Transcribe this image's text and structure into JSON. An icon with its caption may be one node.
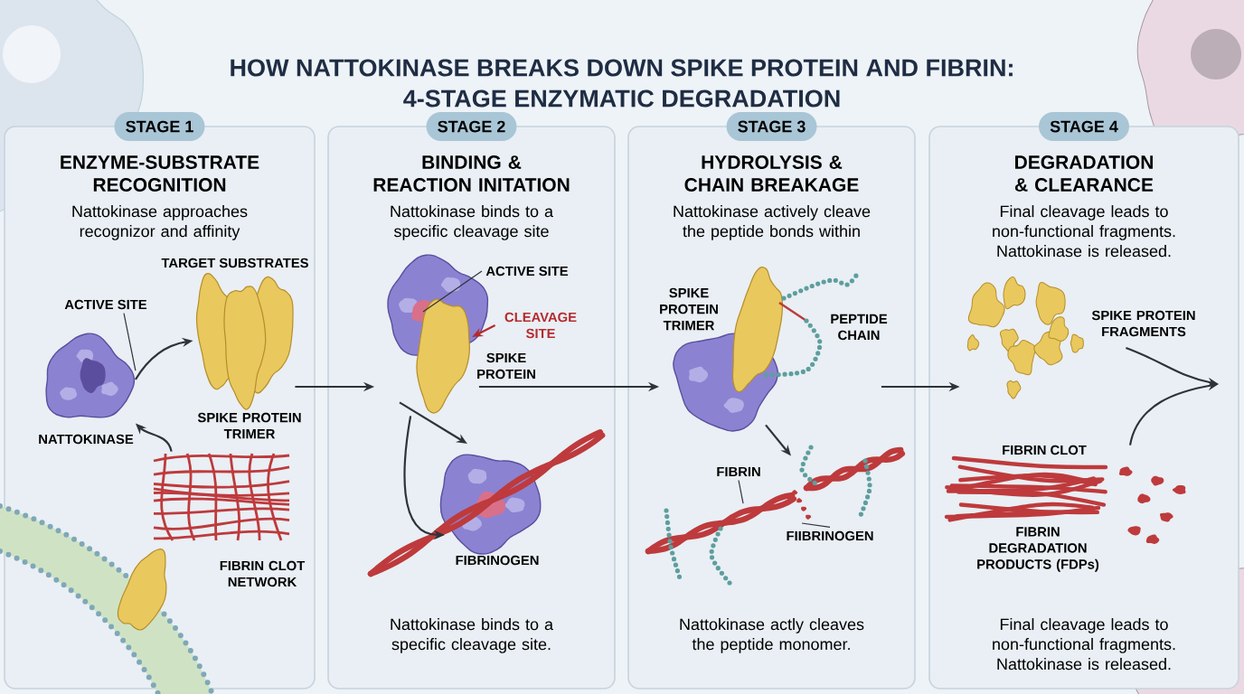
{
  "diagram": {
    "title": "HOW NATTOKINASE BREAKS DOWN SPIKE PROTEIN AND FIBRIN: 4-STAGE ENZYMATIC DEGRADATION",
    "nodes": [
      {
        "text": [
          "STAGE 1",
          "ENZYME-SUBSTRATE RECOGNITION",
          "Nattokinase approaches recognizor and affinity"
        ]
      },
      {
        "text": [
          "NATTOKINASE"
        ],
        "in": 0
      },
      {
        "text": [],
        "shape": "picture",
        "in": 0,
        "beside": [
          "TARGET SUBSTRATES",
          "SPIKE PROTEIN TRIMER"
        ]
      },
      {
        "text": [
          "FIBRIN CLOT NETWORK"
        ],
        "in": 0
      },
      {
        "text": [
          "ACTIVE SITE"
        ],
        "in": 0
      },
      {
        "text": [
          "STAGE 2",
          "BINDING & REACTION INITATION",
          "Nattokinase binds to a specific cleavage site",
          "Nattokinase binds to a specific cleavage site."
        ]
      },
      {
        "text": [],
        "shape": "picture",
        "in": 5,
        "beside": [
          "SPIKE PROTEIN"
        ]
      },
      {
        "text": [
          "ACTIVE SITE"
        ],
        "in": 5
      },
      {
        "text": [
          "CLEAVAGE SITE"
        ],
        "in": 5
      },
      {
        "text": [
          "FIBRINOGEN"
        ],
        "in": 5
      },
      {
        "text": [
          "STAGE 3",
          "HYDROLYSIS & CHAIN BREAKAGE",
          "Nattokinase actively cleave the peptide bonds within",
          "Nattokinase actly cleaves the peptide monomer."
        ]
      },
      {
        "text": [
          "SPIKE PROTEIN TRIMER",
          "PEPTIDE CHAIN"
        ],
        "in": 10
      },
      {
        "text": [],
        "shape": "picture",
        "in": 10
      },
      {
        "text": [
          "FIBRIN"
        ],
        "in": 12
      },
      {
        "text": [
          "FIIBRINOGEN"
        ],
        "in": 12
      },
      {
        "text": [
          "STAGE 4",
          "DEGRADATION & CLEARANCE",
          "Final cleavage leads to non-functional fragments. Nattokinase is released.",
          "Final cleavage leads to non-functional fragments. Nattokinase is released."
        ]
      },
      {
        "text": [],
        "shape": "picture",
        "in": 15,
        "beside": [
          "SPIKE PROTEIN FRAGMENTS"
        ]
      },
      {
        "text": [],
        "shape": "picture",
        "in": 15,
        "beside": [
          "FIBRIN CLOT",
          "FIBRIN DEGRADATION PRODUCTS (FDPs)"
        ]
      }
    ],
    "edges": [
      {
        "from": 1,
        "to": 2,
        "arrow": "to"
      },
      {
        "from": 3,
        "to": 1,
        "arrow": "to"
      },
      {
        "from": 4,
        "to": 1,
        "arrow": "none"
      },
      {
        "from": 2,
        "to": 6,
        "arrow": "to"
      },
      {
        "from": 7,
        "to": 6,
        "arrow": "none"
      },
      {
        "from": 8,
        "to": 6,
        "arrow": "to",
        "color": "#b52a2e"
      },
      {
        "from": 6,
        "to": 9,
        "arrow": "to"
      },
      {
        "from": 6,
        "to": 9,
        "arrow": "to"
      },
      {
        "from": 6,
        "to": 11,
        "arrow": "to"
      },
      {
        "from": 11,
        "to": 12,
        "arrow": "to"
      },
      {
        "from": 13,
        "to": 12,
        "arrow": "none"
      },
      {
        "from": 14,
        "to": 12,
        "arrow": "none"
      },
      {
        "from": 11,
        "to": 16,
        "arrow": "to"
      },
      {
        "from": 16,
        "to": null,
        "arrow": "to"
      },
      {
        "from": 17,
        "to": null,
        "arrow": "to"
      }
    ]
  }
}
